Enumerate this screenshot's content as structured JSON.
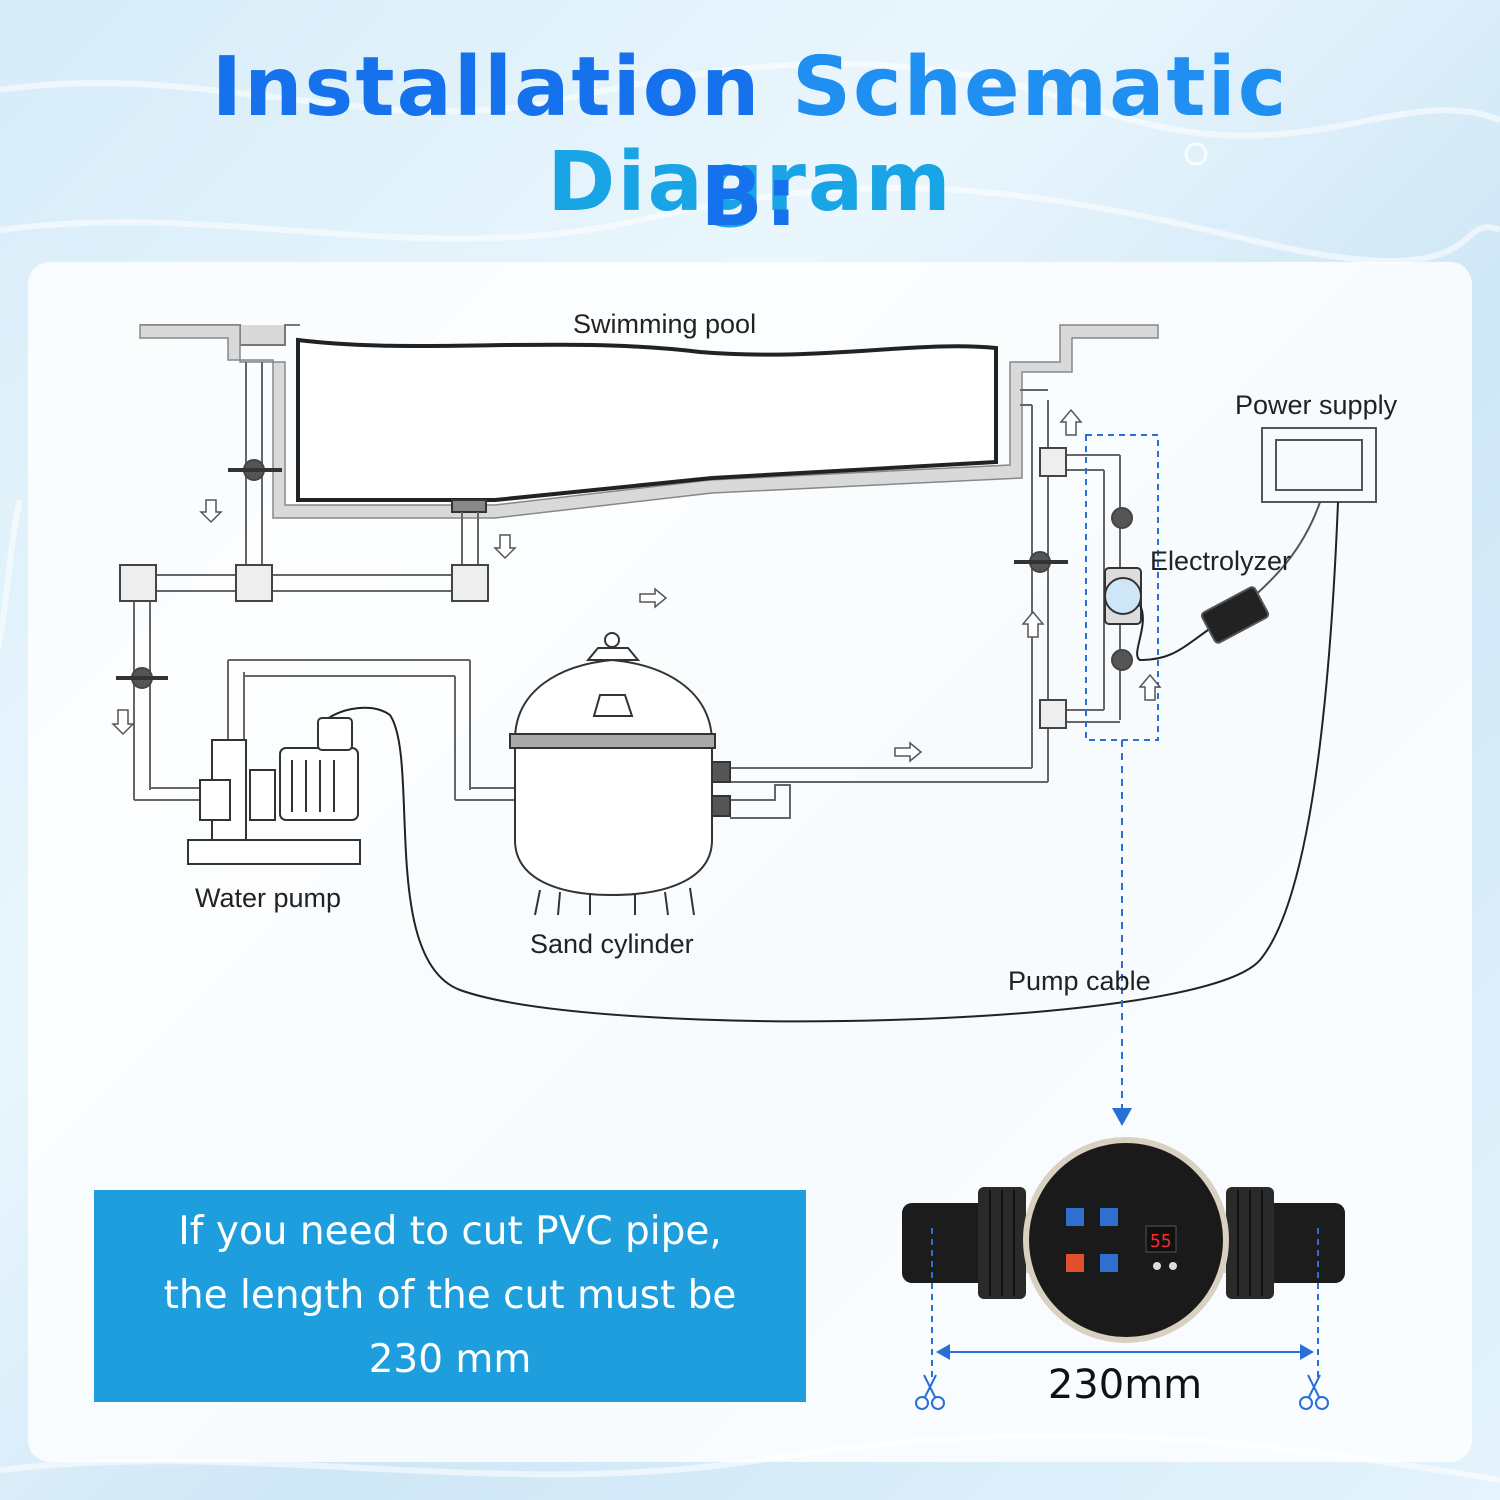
{
  "title": {
    "word1": "Installation",
    "word2": "Schematic",
    "word3": "Diagram",
    "line2": "B:"
  },
  "labels": {
    "swimming_pool": "Swimming pool",
    "power_supply": "Power supply",
    "electrolyzer": "Electrolyzer",
    "water_pump": "Water pump",
    "sand_cylinder": "Sand cylinder",
    "pump_cable": "Pump cable"
  },
  "callout": {
    "text": "If you need to cut PVC pipe,\nthe length of the cut must be\n230 mm"
  },
  "dimension": {
    "label": "230mm"
  },
  "device_display": {
    "value": "55"
  },
  "colors": {
    "title_blue": "#1672ec",
    "title_light_blue": "#19a4e6",
    "callout_bg": "#1e9edc",
    "dashed_guide": "#2a6fd6"
  }
}
